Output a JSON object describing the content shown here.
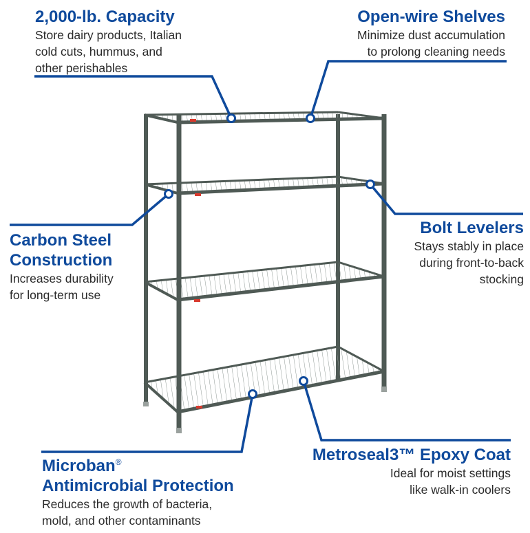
{
  "callouts": {
    "capacity": {
      "title": "2,000-lb. Capacity",
      "desc": [
        "Store dairy products, Italian",
        "cold cuts, hummus, and",
        "other perishables"
      ]
    },
    "open_wire": {
      "title": "Open-wire Shelves",
      "desc": [
        "Minimize dust accumulation",
        "to prolong cleaning needs"
      ]
    },
    "carbon_steel": {
      "title": [
        "Carbon Steel",
        "Construction"
      ],
      "desc": [
        "Increases durability",
        "for long-term use"
      ]
    },
    "bolt_levelers": {
      "title": "Bolt Levelers",
      "desc": [
        "Stays stably in place",
        "during front-to-back",
        "stocking"
      ]
    },
    "microban": {
      "title": [
        "Microban",
        "Antimicrobial Protection"
      ],
      "title_mark": "®",
      "desc": [
        "Reduces the growth of bacteria,",
        "mold, and other contaminants"
      ]
    },
    "metroseal": {
      "title": "Metroseal3™ Epoxy Coat",
      "desc": [
        "Ideal for moist settings",
        "like walk-in coolers"
      ]
    }
  },
  "colors": {
    "accent": "#0f4a9c",
    "shelf_frame": "#4f5a55",
    "shelf_wire": "#7d8884",
    "tag": "#d93a2e"
  }
}
